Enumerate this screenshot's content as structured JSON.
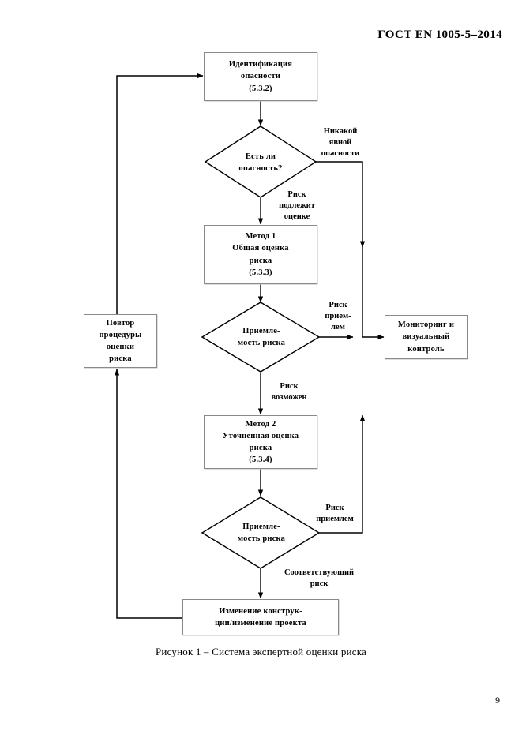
{
  "document": {
    "standard_header": "ГОСТ EN 1005-5–2014",
    "caption": "Рисунок 1 – Система экспертной оценки риска",
    "page_number": "9"
  },
  "flowchart": {
    "nodes": [
      {
        "id": "hazard-identification",
        "shape": "box",
        "lines": [
          "Идентификация",
          "опасности",
          "(5.3.2)"
        ]
      },
      {
        "id": "is-hazard",
        "shape": "diamond",
        "lines": [
          "Есть ли",
          "опасность?"
        ]
      },
      {
        "id": "method-1",
        "shape": "box",
        "lines": [
          "Метод 1",
          "Общая оценка",
          "риска",
          "(5.3.3)"
        ]
      },
      {
        "id": "risk-acceptability-1",
        "shape": "diamond",
        "lines": [
          "Приемле-",
          "мость риска"
        ]
      },
      {
        "id": "method-2",
        "shape": "box",
        "lines": [
          "Метод 2",
          "Уточненная оценка",
          "риска",
          "(5.3.4)"
        ]
      },
      {
        "id": "risk-acceptability-2",
        "shape": "diamond",
        "lines": [
          "Приемле-",
          "мость риска"
        ]
      },
      {
        "id": "design-change",
        "shape": "box",
        "lines": [
          "Изменение конструк-",
          "ции/изменение проекта"
        ]
      },
      {
        "id": "repeat-assessment",
        "shape": "box",
        "lines": [
          "Повтор",
          "процедуры",
          "оценки",
          "риска"
        ]
      },
      {
        "id": "monitoring",
        "shape": "box",
        "lines": [
          "Мониторинг и",
          "визуальный",
          "контроль"
        ]
      }
    ],
    "edge_labels": [
      {
        "id": "no-obvious-hazard",
        "lines": [
          "Никакой",
          "явной",
          "опасности"
        ]
      },
      {
        "id": "risk-to-assess",
        "lines": [
          "Риск",
          "подлежит",
          "оценке"
        ]
      },
      {
        "id": "risk-acceptable-1",
        "lines": [
          "Риск",
          "прием-",
          "лем"
        ]
      },
      {
        "id": "risk-possible",
        "lines": [
          "Риск",
          "возможен"
        ]
      },
      {
        "id": "risk-acceptable-2",
        "lines": [
          "Риск",
          "приемлем"
        ]
      },
      {
        "id": "relevant-risk",
        "lines": [
          "Соответствующий",
          "риск"
        ]
      }
    ]
  }
}
